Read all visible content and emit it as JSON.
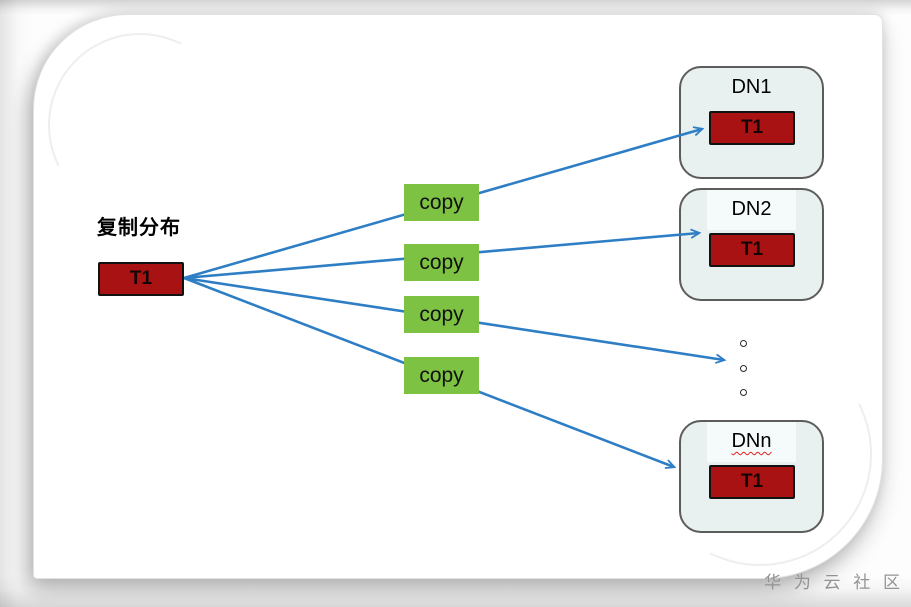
{
  "watermark": "华 为 云 社 区",
  "diagram": {
    "title_label": "复制分布",
    "source_table": "T1",
    "copy_labels": [
      "copy",
      "copy",
      "copy",
      "copy"
    ],
    "data_nodes": [
      {
        "name": "DN1",
        "table": "T1"
      },
      {
        "name": "DN2",
        "table": "T1"
      },
      {
        "name": "DNn",
        "table": "T1"
      }
    ],
    "ellipsis_dots": 3,
    "colors": {
      "arrow_blue": "#2e7ec5",
      "table_red": "#a81212",
      "copy_green": "#7dc242",
      "node_fill": "#e9f1f0",
      "node_border": "#5c5c5c",
      "watermark_gray": "#939393"
    }
  }
}
